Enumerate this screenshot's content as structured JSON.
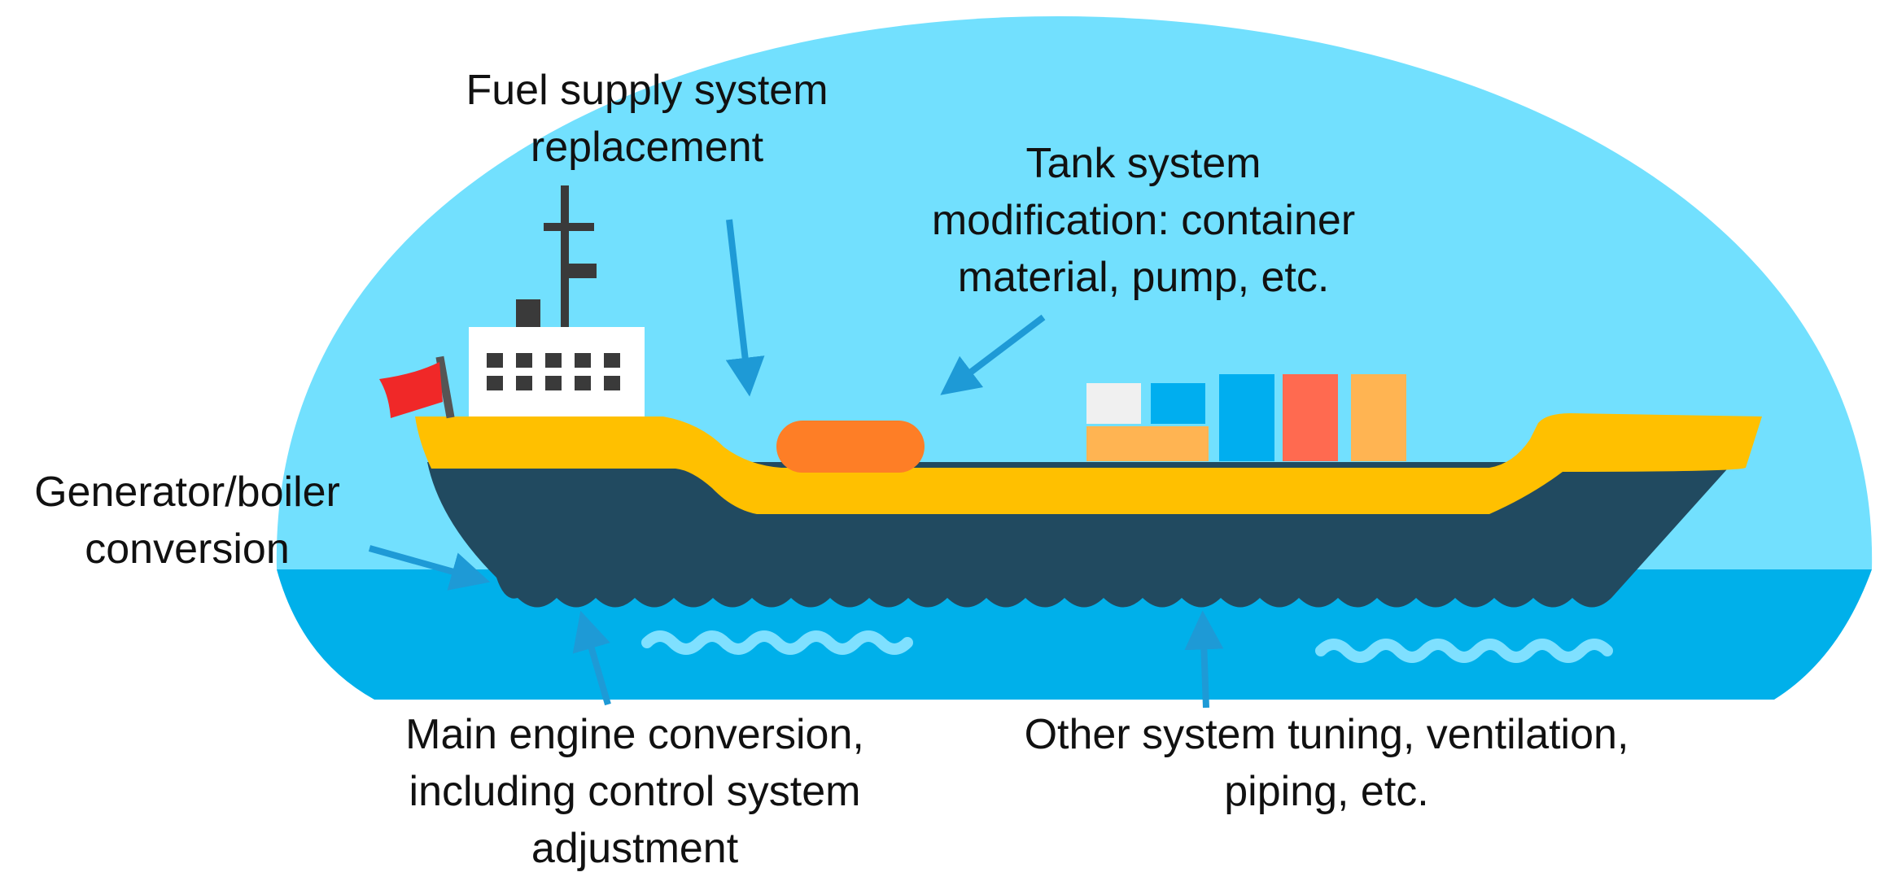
{
  "labels": {
    "fuel_supply": [
      "Fuel supply system",
      "replacement"
    ],
    "tank_system": [
      "Tank system",
      "modification: container",
      "material, pump, etc."
    ],
    "generator": [
      "Generator/boiler",
      "conversion"
    ],
    "main_engine": [
      "Main engine conversion,",
      "including control system",
      "adjustment"
    ],
    "other_system": [
      "Other system tuning, ventilation,",
      "piping, etc."
    ]
  },
  "colors": {
    "sky": "#72E0FE",
    "sea": "#00B0EA",
    "hull_top": "#FFC000",
    "hull_bottom": "#214A60",
    "fuel_tank": "#FE7E26",
    "flag": "#F02828",
    "arrow": "#1E9AD6",
    "bridge": "#FFFFFF",
    "window": "#3A3A3A",
    "wave_light": "#7FE0FF"
  },
  "icons": [
    "ship-icon",
    "flag-icon",
    "mast-icon",
    "fuel-tank-icon",
    "container-icon",
    "arrow-icon"
  ]
}
